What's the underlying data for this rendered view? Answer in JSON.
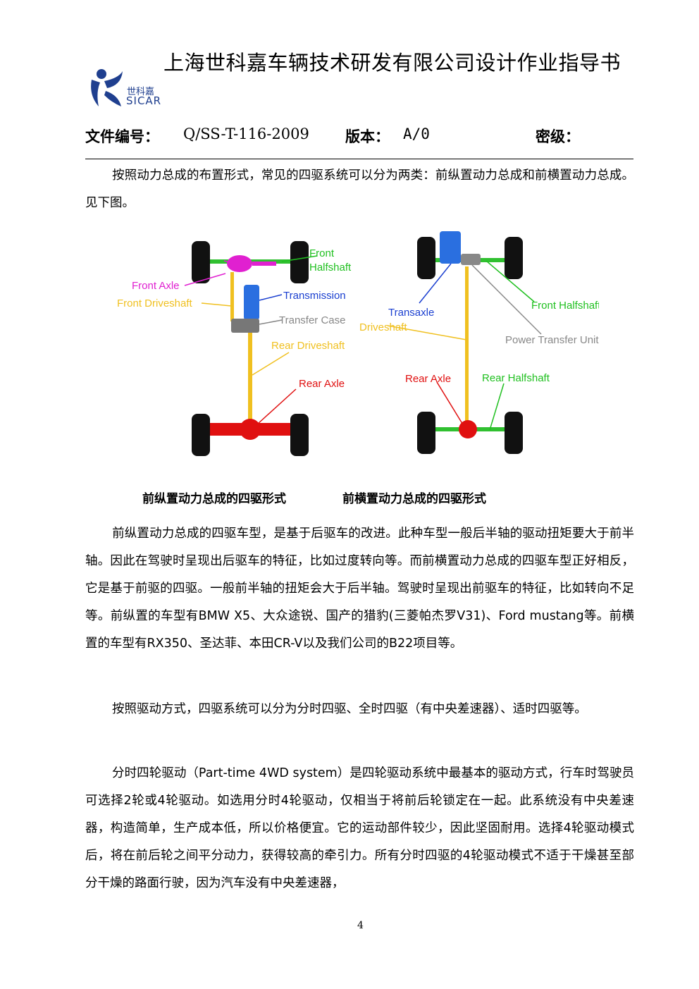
{
  "header": {
    "title": "上海世科嘉车辆技术研发有限公司设计作业指导书",
    "logo_cn": "世科嘉",
    "logo_en": "SICAR"
  },
  "meta": {
    "doc_no_label": "文件编号：",
    "doc_no_value": "Q/SS-T-116-2009",
    "version_label": "版本：",
    "version_value": "A/0",
    "secrecy_label": "密级："
  },
  "paragraphs": {
    "p1": "按照动力总成的布置形式，常见的四驱系统可以分为两类：前纵置动力总成和前横置动力总成。见下图。",
    "p2": "前纵置动力总成的四驱车型，是基于后驱车的改进。此种车型一般后半轴的驱动扭矩要大于前半轴。因此在驾驶时呈现出后驱车的特征，比如过度转向等。而前横置动力总成的四驱车型正好相反，它是基于前驱的四驱。一般前半轴的扭矩会大于后半轴。驾驶时呈现出前驱车的特征，比如转向不足等。前纵置的车型有BMW X5、大众途锐、国产的猎豹(三菱帕杰罗V31)、Ford mustang等。前横置的车型有RX350、圣达菲、本田CR-V以及我们公司的B22项目等。",
    "p3": "按照驱动方式，四驱系统可以分为分时四驱、全时四驱（有中央差速器）、适时四驱等。",
    "p4": "分时四轮驱动（Part-time 4WD system）是四轮驱动系统中最基本的驱动方式，行车时驾驶员可选择2轮或4轮驱动。如选用分时4轮驱动，仅相当于将前后轮锁定在一起。此系统没有中央差速器，构造简单，生产成本低，所以价格便宜。它的运动部件较少，因此坚固耐用。选择4轮驱动模式后，将在前后轮之间平分动力，获得较高的牵引力。所有分时四驱的4轮驱动模式不适于干燥甚至部分干燥的路面行驶，因为汽车没有中央差速器，"
  },
  "figure": {
    "left": {
      "front_halfshaft": [
        "Front",
        "Halfshaft"
      ],
      "front_axle": "Front Axle",
      "transmission": "Transmission",
      "front_driveshaft": "Front Driveshaft",
      "transfer_case": "Transfer Case",
      "rear_driveshaft": "Rear Driveshaft",
      "rear_axle": "Rear Axle"
    },
    "right": {
      "transaxle": "Transaxle",
      "front_halfshaft": "Front Halfshaft",
      "driveshaft": "Driveshaft",
      "ptu": "Power Transfer Unit",
      "rear_axle": "Rear Axle",
      "rear_halfshaft": "Rear Halfshaft"
    }
  },
  "captions": {
    "left": "前纵置动力总成的四驱形式",
    "right": "前横置动力总成的四驱形式"
  },
  "footer": {
    "page_number": "4"
  },
  "colors": {
    "logo_blue": "#1f3f8f",
    "magenta": "#e020d0",
    "yellow": "#f0c020",
    "blue_label": "#1a3fd0",
    "green": "#20c020",
    "red": "#e01010",
    "gray": "#888888"
  }
}
